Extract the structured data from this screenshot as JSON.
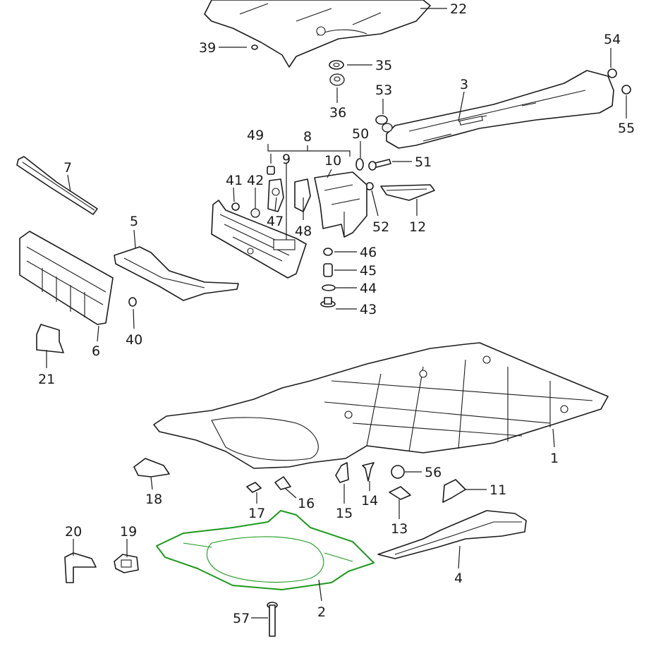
{
  "diagram": {
    "highlight_color": "#1d9a1d",
    "line_color": "#1a1a1a",
    "highlighted_part": "2",
    "callouts": {
      "c1": "1",
      "c2": "2",
      "c3": "3",
      "c4": "4",
      "c5": "5",
      "c6": "6",
      "c7": "7",
      "c8": "8",
      "c9": "9",
      "c10": "10",
      "c11": "11",
      "c12": "12",
      "c13": "13",
      "c14": "14",
      "c15": "15",
      "c16": "16",
      "c17": "17",
      "c18": "18",
      "c19": "19",
      "c20": "20",
      "c21": "21",
      "c22": "22",
      "c35": "35",
      "c36": "36",
      "c39": "39",
      "c40": "40",
      "c41": "41",
      "c42": "42",
      "c43": "43",
      "c44": "44",
      "c45": "45",
      "c46": "46",
      "c47": "47",
      "c48": "48",
      "c49": "49",
      "c50": "50",
      "c51": "51",
      "c52": "52",
      "c53": "53",
      "c54": "54",
      "c55": "55",
      "c56": "56",
      "c57": "57"
    }
  }
}
